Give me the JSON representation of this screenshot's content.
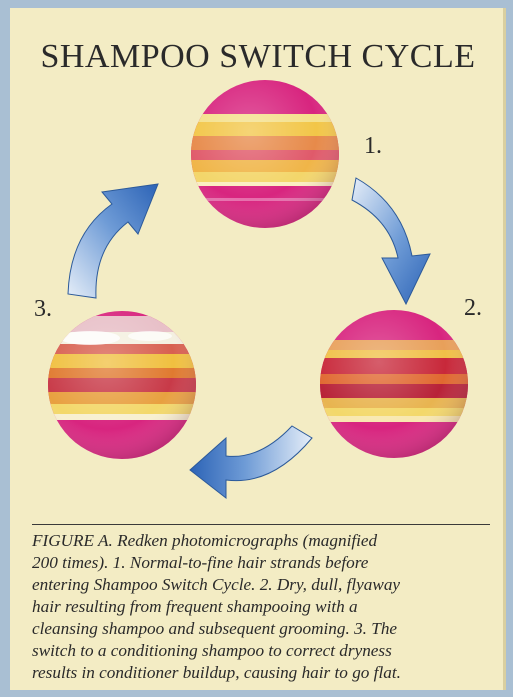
{
  "title": "SHAMPOO SWITCH CYCLE",
  "labels": {
    "step1": "1.",
    "step2": "2.",
    "step3": "3."
  },
  "caption": {
    "lines": [
      "FIGURE A. Redken photomicrographs (magnified",
      "200 times). 1. Normal-to-fine hair strands before",
      "entering Shampoo Switch Cycle. 2. Dry, dull, flyaway",
      "hair resulting from frequent shampooing with a",
      "cleansing shampoo and subsequent grooming. 3. The",
      "switch to a conditioning shampoo to correct dryness",
      "results in conditioner buildup, causing hair to go flat."
    ]
  },
  "colors": {
    "background": "#a9bfd3",
    "panel": "#f3ecc4",
    "magenta": "#d8257f",
    "yellow": "#f2d34c",
    "arrow_blue": "#3f79c6"
  }
}
